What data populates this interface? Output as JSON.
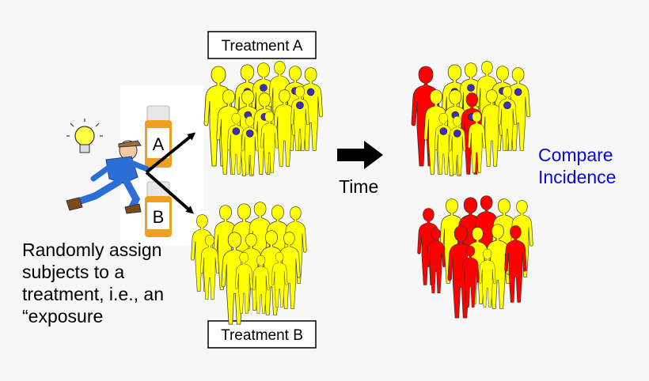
{
  "labels": {
    "treatment_a": "Treatment A",
    "treatment_b": "Treatment B",
    "bottle_a": "A",
    "bottle_b": "B",
    "time": "Time",
    "compare_line1": "Compare",
    "compare_line2": "Incidence",
    "assign_line1": "Randomly assign",
    "assign_line2": "subjects to a",
    "assign_line3": "treatment, i.e., an",
    "assign_line4": "“exposure"
  },
  "colors": {
    "background": "#f7f7f7",
    "healthy": "#ffff00",
    "diseased": "#ff0000",
    "exposure_marker": "#3a2fc0",
    "figure_outline": "#333333",
    "compare_text": "#0a0ad8",
    "bottle_orange": "#f0a020"
  },
  "icons": {
    "idea": "lightbulb-icon",
    "runner": "running-man-icon",
    "pill_bottles": "pill-bottle-icon",
    "time_arrow": "arrow-right-icon"
  },
  "groups": {
    "treatment_a_before": {
      "people": 14,
      "diseased": 0,
      "markers": 9
    },
    "treatment_b_before": {
      "people": 14,
      "diseased": 0,
      "markers": 0
    },
    "treatment_a_after": {
      "people": 14,
      "diseased": 2,
      "markers": 9
    },
    "treatment_b_after": {
      "people": 13,
      "diseased": 7,
      "markers": 0
    }
  }
}
